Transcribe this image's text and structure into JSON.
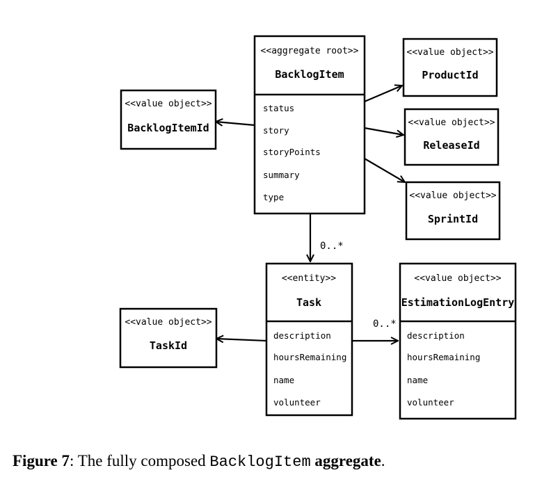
{
  "diagram": {
    "boxes": {
      "backlog_item": {
        "stereotype": "<<aggregate root>>",
        "name": "BacklogItem",
        "attributes": [
          "status",
          "story",
          "storyPoints",
          "summary",
          "type"
        ]
      },
      "product_id": {
        "stereotype": "<<value object>>",
        "name": "ProductId"
      },
      "backlog_item_id": {
        "stereotype": "<<value object>>",
        "name": "BacklogItemId"
      },
      "release_id": {
        "stereotype": "<<value object>>",
        "name": "ReleaseId"
      },
      "sprint_id": {
        "stereotype": "<<value object>>",
        "name": "SprintId"
      },
      "task": {
        "stereotype": "<<entity>>",
        "name": "Task",
        "attributes": [
          "description",
          "hoursRemaining",
          "name",
          "volunteer"
        ]
      },
      "task_id": {
        "stereotype": "<<value object>>",
        "name": "TaskId"
      },
      "estimation_log_entry": {
        "stereotype": "<<value object>>",
        "name": "EstimationLogEntry",
        "attributes": [
          "description",
          "hoursRemaining",
          "name",
          "volunteer"
        ]
      }
    },
    "multiplicities": {
      "backlog_to_task": "0..*",
      "task_to_log": "0..*"
    }
  },
  "caption": {
    "figure_label": "Figure 7",
    "text_a": ": The fully composed ",
    "code": "BacklogItem",
    "text_b": " aggregate",
    "end": "."
  }
}
